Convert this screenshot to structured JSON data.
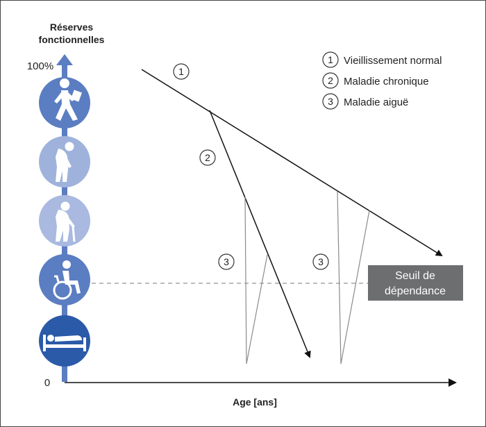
{
  "y_axis": {
    "title_line1": "Réserves",
    "title_line2": "fonctionnelles",
    "top_label": "100%",
    "bottom_label": "0"
  },
  "x_axis": {
    "title": "Age [ans]"
  },
  "legend": {
    "items": [
      {
        "num": "1",
        "label": "Vieillissement normal"
      },
      {
        "num": "2",
        "label": "Maladie chronique"
      },
      {
        "num": "3",
        "label": "Maladie aiguë"
      }
    ]
  },
  "curve_markers": {
    "normal": "1",
    "chronic": "2",
    "acute_left": "3",
    "acute_right": "3"
  },
  "threshold": {
    "line1": "Seuil de",
    "line2": "dépendance"
  },
  "icons": {
    "stages": [
      "walking-with-briefcase-icon",
      "stooped-elderly-icon",
      "elderly-with-cane-icon",
      "wheelchair-icon",
      "bedridden-icon"
    ],
    "colors": [
      "#5b7dc1",
      "#9fb2dc",
      "#a9b9e0",
      "#5b7dc1",
      "#2b5aa8"
    ]
  },
  "colors": {
    "axis_bar": "#5b7dc1",
    "threshold_box": "#6d6e70",
    "lines": "#111111",
    "acute_lines": "#8a8a8a",
    "dashed": "#777777"
  }
}
